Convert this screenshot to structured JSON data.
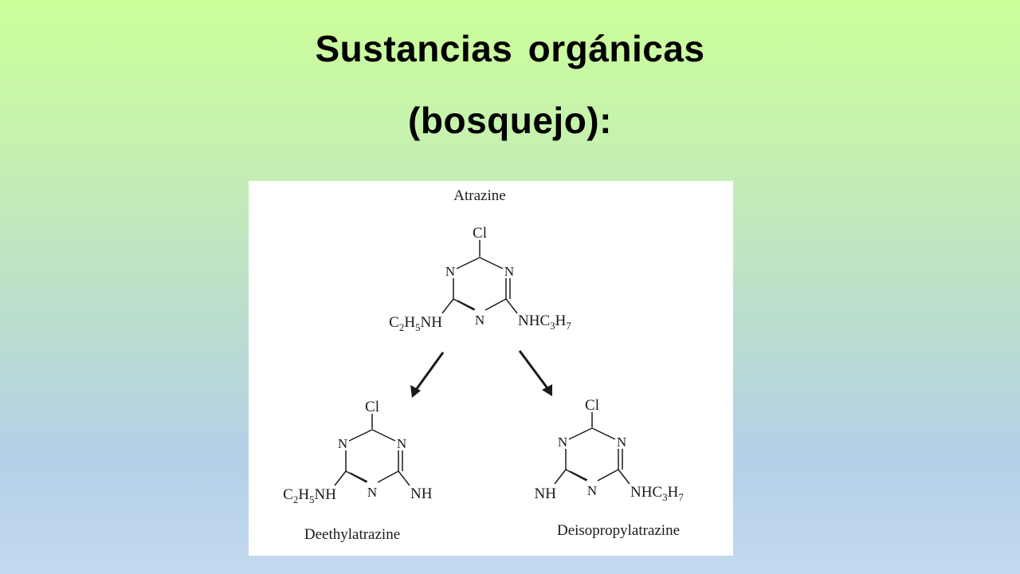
{
  "slide": {
    "title_line1": "Sustancias orgánicas",
    "title_line2": "(bosquejo):"
  },
  "diagram": {
    "parent": {
      "name": "Atrazine",
      "top": "Cl",
      "left_substituent": {
        "base": "C",
        "s1": "2",
        "mid": "H",
        "s2": "5",
        "tail": "NH"
      },
      "right_substituent": {
        "base": "NHC",
        "s1": "3",
        "mid": "H",
        "s2": "7"
      }
    },
    "product_left": {
      "name": "Deethylatrazine",
      "top": "Cl",
      "left_substituent": {
        "base": "C",
        "s1": "2",
        "mid": "H",
        "s2": "5",
        "tail": "NH"
      },
      "right_substituent": "NH"
    },
    "product_right": {
      "name": "Deisopropylatrazine",
      "top": "Cl",
      "left_substituent": "NH",
      "right_substituent": {
        "base": "NHC",
        "s1": "3",
        "mid": "H",
        "s2": "7"
      }
    },
    "ring_atom": "N"
  }
}
